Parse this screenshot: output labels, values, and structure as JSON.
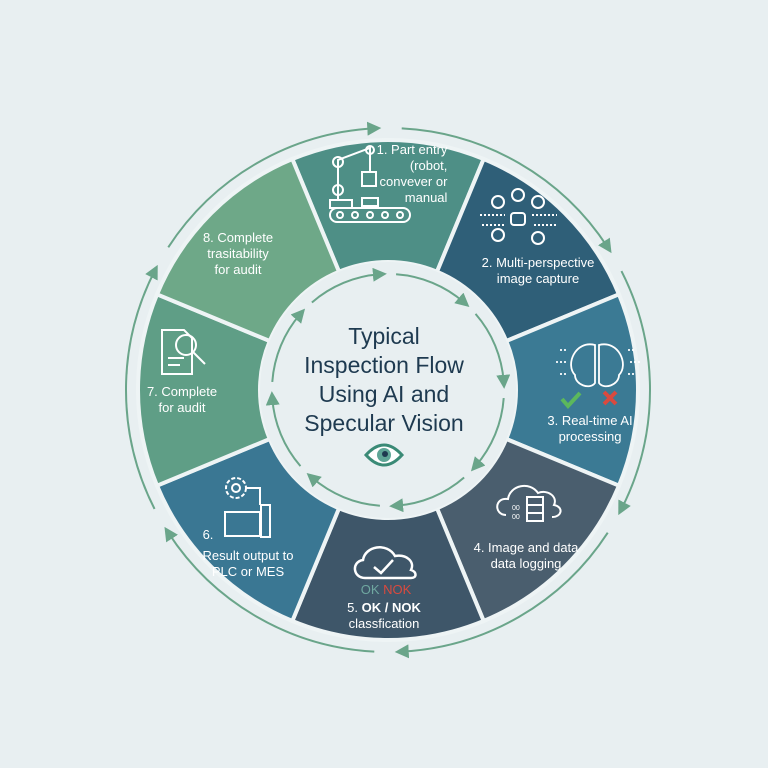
{
  "title_lines": [
    "Typical",
    "Inspection Flow",
    "Using AI and",
    "Specular Vision"
  ],
  "colors": {
    "background": "#e8eff1",
    "segments": [
      "#4e8f86",
      "#2f5f78",
      "#3b7a94",
      "#4a5e6e",
      "#3e5669",
      "#3a7793",
      "#5f9e86",
      "#6ea888"
    ],
    "arrow": "#6aa58a",
    "title": "#1e3a50",
    "ok": "#5cb85c",
    "nok": "#d94a3f"
  },
  "steps": [
    {
      "number": "1.",
      "lines": [
        "Part entry",
        "(robot,",
        "convever or",
        "manual"
      ],
      "icon": "robot-arm-conveyor-icon"
    },
    {
      "number": "2.",
      "lines": [
        "Multi-perspective",
        "image capture"
      ],
      "icon": "multi-camera-icon"
    },
    {
      "number": "3.",
      "lines": [
        "Real-time AI",
        "processing"
      ],
      "icon": "ai-brain-icon"
    },
    {
      "number": "4.",
      "lines": [
        "Image and data",
        "data logging"
      ],
      "icon": "cloud-database-icon"
    },
    {
      "number": "5.",
      "lines": [
        "OK / NOK",
        "classfication"
      ],
      "badge_ok": "OK",
      "badge_nok": "NOK",
      "icon": "cloud-check-icon"
    },
    {
      "number": "6.",
      "lines": [
        "Result output to",
        "PLC or MES"
      ],
      "icon": "gear-plc-icon"
    },
    {
      "number": "7.",
      "lines": [
        "Complete",
        "for audit"
      ],
      "icon": "document-search-icon"
    },
    {
      "number": "8.",
      "lines": [
        "Complete",
        "trasitability",
        "for audit"
      ]
    }
  ]
}
